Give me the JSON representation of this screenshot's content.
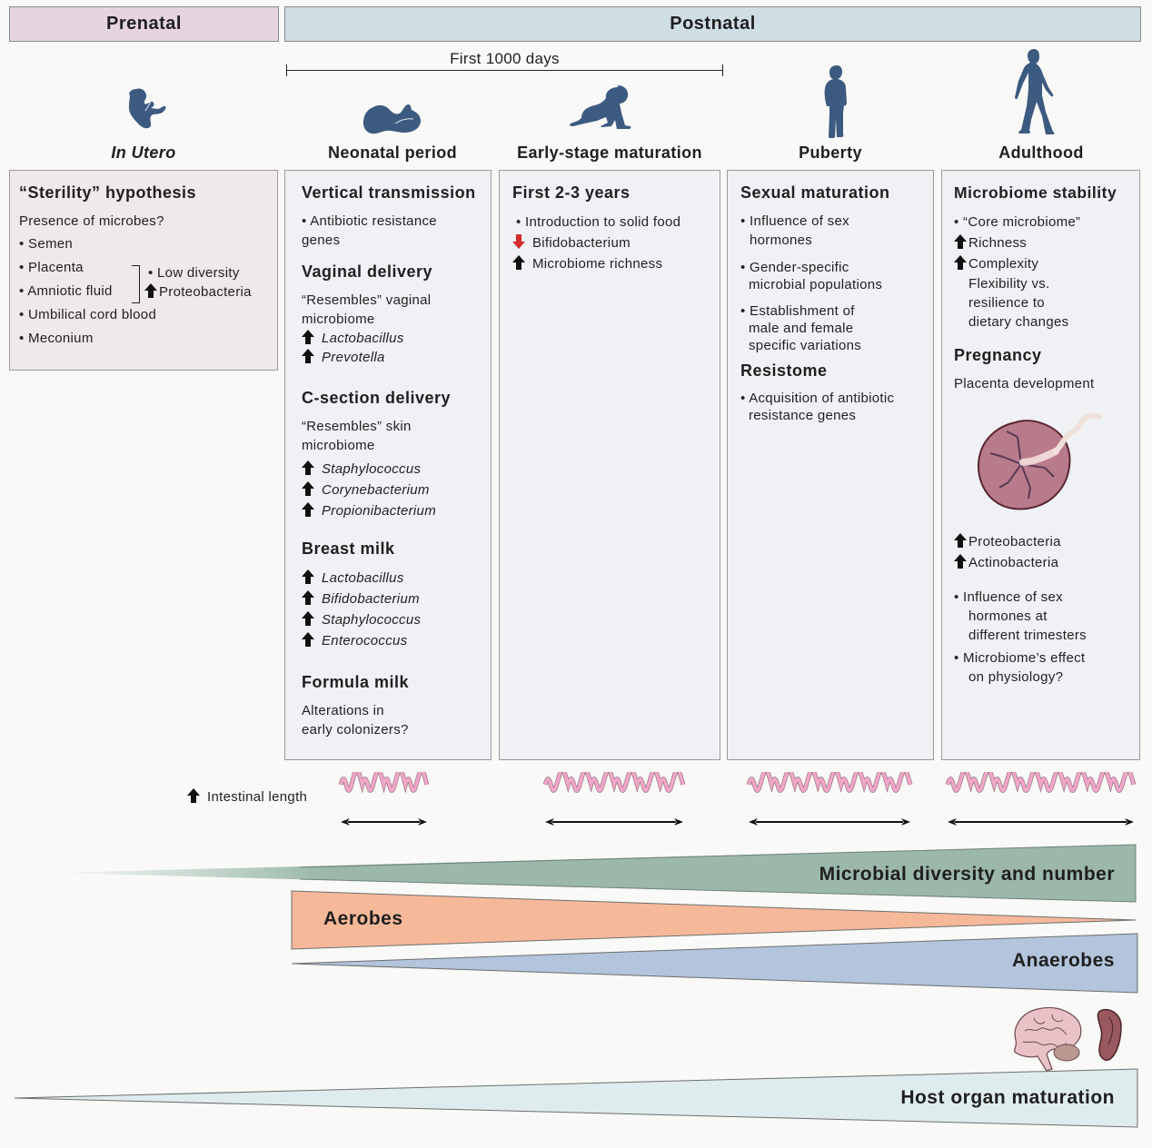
{
  "bands": {
    "prenatal": "Prenatal",
    "postnatal": "Postnatal"
  },
  "timespan": {
    "label": "First 1000 days"
  },
  "stages": [
    {
      "label": "In Utero",
      "icon": "fetus-icon"
    },
    {
      "label": "Neonatal period",
      "icon": "newborn-icon"
    },
    {
      "label": "Early-stage maturation",
      "icon": "crawling-baby-icon"
    },
    {
      "label": "Puberty",
      "icon": "child-standing-icon"
    },
    {
      "label": "Adulthood",
      "icon": "adult-walking-icon"
    }
  ],
  "in_utero": {
    "title": "“Sterility” hypothesis",
    "subtitle": "Presence of microbes?",
    "items": [
      "Semen",
      "Placenta",
      "Amniotic fluid",
      "Umbilical cord blood",
      "Meconium"
    ],
    "bracket_notes": [
      "Low diversity",
      "Proteobacteria"
    ]
  },
  "neonatal": {
    "vertical": {
      "title": "Vertical transmission",
      "item": "Antibiotic resistance genes",
      "item_l1": "Antibiotic resistance",
      "item_l2": "genes"
    },
    "vaginal": {
      "title": "Vaginal delivery",
      "desc_l1": "“Resembles” vaginal",
      "desc_l2": "microbiome",
      "taxa": [
        "Lactobacillus",
        "Prevotella"
      ]
    },
    "csection": {
      "title": "C-section delivery",
      "desc_l1": "“Resembles” skin",
      "desc_l2": "microbiome",
      "taxa": [
        "Staphylococcus",
        "Corynebacterium",
        "Propionibacterium"
      ]
    },
    "breast": {
      "title": "Breast milk",
      "taxa": [
        "Lactobacillus",
        "Bifidobacterium",
        "Staphylococcus",
        "Enterococcus"
      ]
    },
    "formula": {
      "title": "Formula milk",
      "desc_l1": "Alterations in",
      "desc_l2": "early colonizers?"
    }
  },
  "early": {
    "title": "First 2-3 years",
    "bullet": "Introduction to solid food",
    "down": "Bifidobacterium",
    "up": "Microbiome richness",
    "down_color": "#d42a2a"
  },
  "puberty": {
    "title": "Sexual maturation",
    "bullets": [
      [
        "Influence of sex",
        "hormones"
      ],
      [
        "Gender-specific",
        "microbial populations"
      ],
      [
        "Establishment of",
        "male and female",
        "specific variations"
      ]
    ],
    "resistome": {
      "title": "Resistome",
      "l1": "Acquisition of antibiotic",
      "l2": "resistance genes"
    }
  },
  "adult": {
    "title": "Microbiome stability",
    "bullet": "“Core microbiome”",
    "ups": [
      "Richness",
      "Complexity"
    ],
    "flex": [
      "Flexibility vs.",
      "resilience to",
      "dietary changes"
    ],
    "pregnancy": {
      "title": "Pregnancy",
      "desc": "Placenta development",
      "ups": [
        "Proteobacteria",
        "Actinobacteria"
      ],
      "bullets": [
        [
          "Influence of sex",
          "hormones at",
          "different trimesters"
        ],
        [
          "Microbiome’s effect",
          "on physiology?"
        ]
      ]
    }
  },
  "intestine": {
    "label": "Intestinal length",
    "wave_color": "#f2a6c8"
  },
  "gradients": {
    "diversity": {
      "label": "Microbial diversity and number",
      "color": "#9bb8ab",
      "trend": "increasing"
    },
    "aerobes": {
      "label": "Aerobes",
      "color": "#f5b99a",
      "trend": "decreasing"
    },
    "anaerobes": {
      "label": "Anaerobes",
      "color": "#b3c4dc",
      "trend": "increasing"
    },
    "host": {
      "label": "Host organ maturation",
      "color": "#dfeced",
      "trend": "increasing"
    }
  }
}
